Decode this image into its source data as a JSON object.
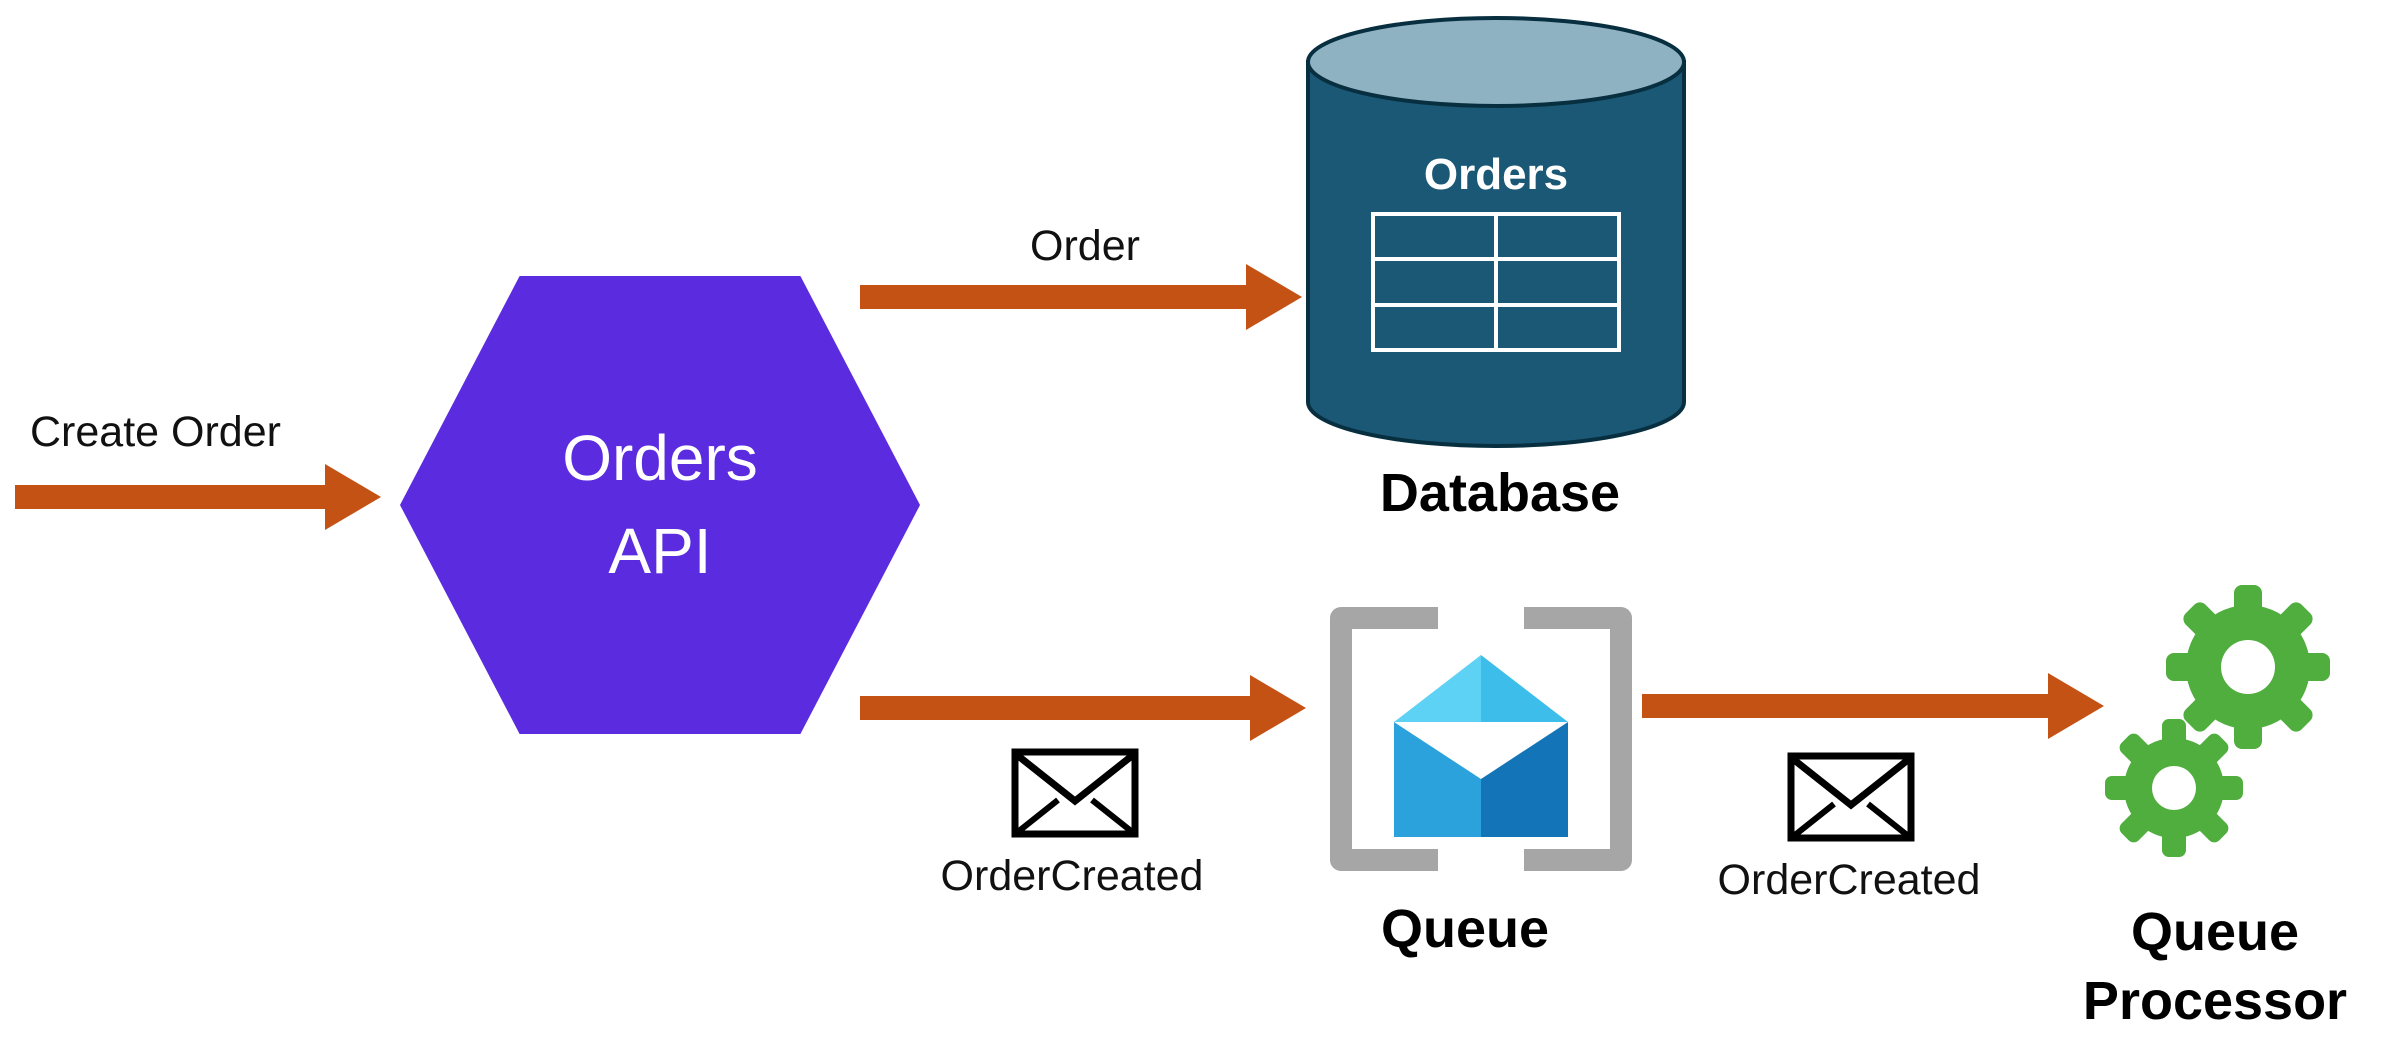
{
  "colors": {
    "arrow": "#C35214",
    "hexagon": "#5B2BE0",
    "database_body": "#1A5876",
    "database_top": "#8FB2C3",
    "database_outline": "#072F40",
    "queue_bracket": "#A6A6A6",
    "queue_envelope_top_left": "#5ED2F4",
    "queue_envelope_top_right": "#3DBDEA",
    "queue_envelope_body_left": "#2BA2DC",
    "queue_envelope_body_right": "#1474B8",
    "gears": "#4FAE3D",
    "envelope_outline": "#000000",
    "text": "#111111"
  },
  "nodes": {
    "orders_api": {
      "line1": "Orders",
      "line2": "API"
    },
    "database": {
      "inner_label": "Orders",
      "caption": "Database"
    },
    "queue": {
      "caption": "Queue"
    },
    "queue_processor": {
      "caption_line1": "Queue",
      "caption_line2": "Processor"
    }
  },
  "edges": {
    "create_order": {
      "label": "Create Order"
    },
    "order": {
      "label": "Order"
    },
    "order_created_to_queue": {
      "label": "OrderCreated"
    },
    "order_created_to_processor": {
      "label": "OrderCreated"
    }
  }
}
